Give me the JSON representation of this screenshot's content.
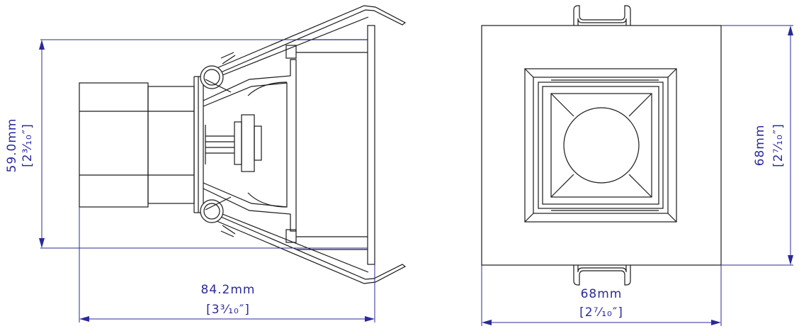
{
  "side_view": {
    "height_label": "59.0mm",
    "height_label_imperial": "[2³⁄₁₀″]",
    "width_label": "84.2mm",
    "width_label_imperial": "[3³⁄₁₀″]"
  },
  "front_view": {
    "width_label": "68mm",
    "width_label_imperial": "[2⁷⁄₁₀″]",
    "height_label": "68mm",
    "height_label_imperial": "[2⁷⁄₁₀″]"
  },
  "colors": {
    "outline": "#1a1a1a",
    "dimension": "#2a2a9a"
  }
}
